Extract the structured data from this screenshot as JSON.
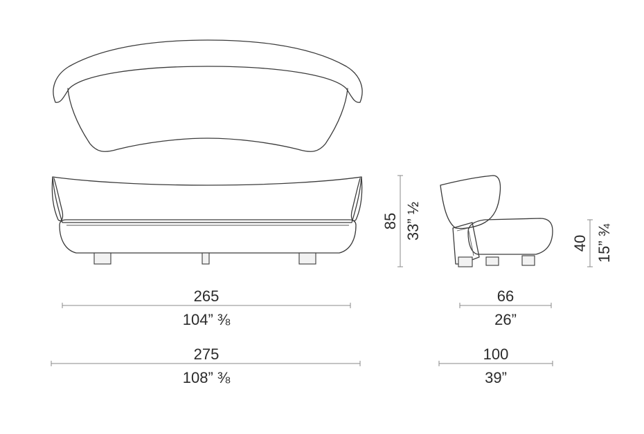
{
  "dimensions": {
    "front_width_inner": {
      "cm": "265",
      "inch": "104” ⅜"
    },
    "front_width_outer": {
      "cm": "275",
      "inch": "108” ⅜"
    },
    "side_depth_inner": {
      "cm": "66",
      "inch": "26”"
    },
    "side_depth_outer": {
      "cm": "100",
      "inch": "39”"
    },
    "total_height": {
      "cm": "85",
      "inch": "33” ½"
    },
    "seat_height": {
      "cm": "40",
      "inch": "15” ¾"
    }
  }
}
